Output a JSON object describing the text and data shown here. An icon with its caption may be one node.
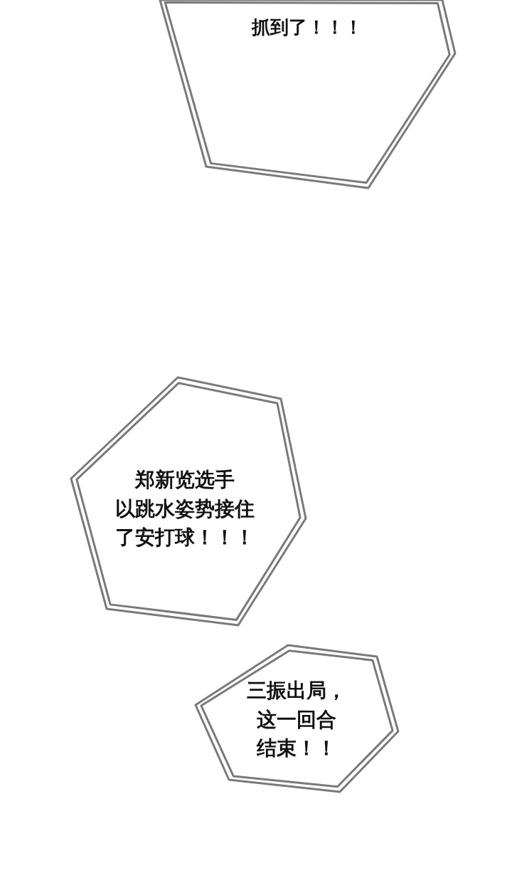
{
  "diagram": {
    "nodes": [
      {
        "text": [
          "抓到了！！！"
        ]
      },
      {
        "text": [
          "郑新览选手以跳水姿势接住了安打球！！！"
        ]
      },
      {
        "text": [
          "三振出局，这一回合结束！！"
        ]
      }
    ]
  }
}
